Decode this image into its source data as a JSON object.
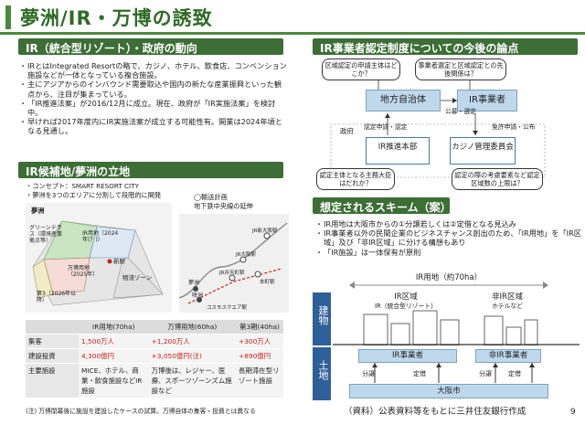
{
  "header": {
    "title": "夢洲/IR・万博の誘致"
  },
  "left": {
    "section1_title": "IR（統合型リゾート）・政府の動向",
    "bullets": [
      "IRとはIntegrated Resortの略で、カジノ、ホテル、飲食店、コンベンション施設などが一体となっている複合施設。",
      "主にアジアからのインバウンド需要取込や国内の新たな産業振興といった観点から、注目が集まっている。",
      "「IR推進法案」が2016/12月に成立。現在、政府が「IR実施法案」を検討中。",
      "早ければ2017年度内にIR実施法案が成立する可能性有。開業は2024年頃となる見通し。"
    ],
    "section2_title": "IR候補地/夢洲の立地",
    "concept": "・コンセプト：SMART RESORT CITY",
    "plan": "・夢洲を3つのエリアに分割して段階的に開発",
    "map": {
      "yumeshima": "夢洲",
      "green_terrace": "グリーンテラス（環境産業拠点等）",
      "ir_area": "IR用地（2024年(？)）",
      "expo_area": "万博用地（2025年）",
      "zone3": "第3（2026年以降）",
      "logistics": "物流ゾーン",
      "station": "新駅",
      "transport_title": "◯輸送計画",
      "transport_desc": "地下鉄中央線の延伸",
      "map_yumeshima": "夢洲",
      "map_sakishima": "咲洲",
      "map_cosmo": "コスモスクエア駅",
      "map_osaka": "JR大阪駅",
      "map_shinosaka": "JR新大阪駅",
      "map_benten": "JR弁天町駅",
      "map_honmachi": "本町駅"
    },
    "table": {
      "headers": [
        "",
        "IR用地(70ha)",
        "万博用地(60ha)",
        "第3期(40ha)"
      ],
      "rows": [
        {
          "label": "集客",
          "c1": "1,500万人",
          "c2": "+1,200万人",
          "c3": "+300万人"
        },
        {
          "label": "建設投資",
          "c1": "4,300億円",
          "c2": "+3,050億円(注)",
          "c3": "+890億円"
        },
        {
          "label": "主要施設",
          "c1": "MICE、ホテル、商業・飲食施設などIR施設",
          "c2": "万博後は、レジャー、医療、スポーツゾーンズム施設など",
          "c3": "長期滞在型リゾート施設"
        }
      ]
    },
    "note": "(注) 万博閉幕後に施設を建設したケースの試算。万博自体の集客・投資とは異なる"
  },
  "right": {
    "section3_title": "IR事業者認定制度についての今後の論点",
    "q1": "区域認定の申請主体はどこか？",
    "q2": "事業者選定と区域認定との先後関係は？",
    "local_gov": "地方自治体",
    "ir_operator": "IR事業者",
    "public_select": "公募・選定",
    "gov_label": "政府",
    "apply_label": "認定申請・認定",
    "license_label": "免許申請・公布",
    "ir_hq": "IR推進本部",
    "casino_comm": "カジノ管理委員会",
    "q3": "認定主体となる主務大臣はだれか？",
    "q4": "認定の際の考慮要素など認定区域数の上限は？",
    "section4_title": "想定されるスキーム（案）",
    "bullets": [
      "IR用地は大阪市からの①分譲若しくは②定借となる見込み",
      "IR事業者以外の民間企業のビジネスチャンス創出のため、「IR用地」を「IR区域」及び「非IR区域」に分ける構想もあり",
      "「IR施設」は一体保有が原則"
    ],
    "scheme": {
      "ir_land": "IR用地（約70ha）",
      "ir_zone": "IR区域",
      "ir_zone_sub": "IR（統合型リゾート）",
      "non_ir_zone": "非IR区域",
      "hotel": "ホテルなど",
      "building": "建物",
      "land": "土地",
      "ir_operator": "IR事業者",
      "non_ir_operator": "非IR事業者",
      "sale1": "分譲",
      "lease1": "定借",
      "sale2": "分譲",
      "lease2": "定借",
      "osaka_city": "大阪市"
    },
    "source": "（資料）公表資料等をもとに三井住友銀行作成",
    "page_number": "9"
  },
  "colors": {
    "green": "#3c6e35",
    "blue": "#bfd8ec",
    "red": "#c8201a"
  }
}
